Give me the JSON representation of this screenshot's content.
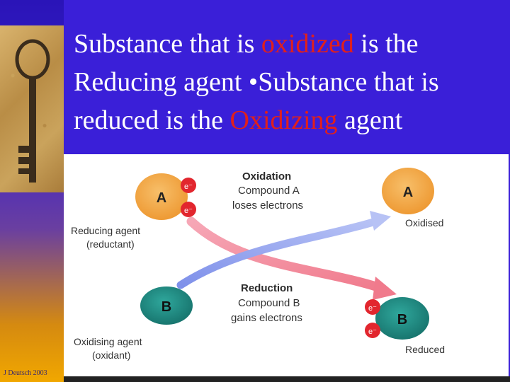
{
  "slide": {
    "title_parts": {
      "p1": "Substance that is ",
      "p2": "oxidized",
      "p3": " is the Reducing agent •Substance that is reduced is the ",
      "p4": "Oxidizing",
      "p5": " agent"
    },
    "footer": "J Deutsch 2003",
    "colors": {
      "background": "#3a1fd8",
      "highlight": "#e0201c",
      "title": "#ffffff"
    }
  },
  "diagram": {
    "oxidation_heading": "Oxidation",
    "oxidation_line1": "Compound A",
    "oxidation_line2": "loses electrons",
    "reduction_heading": "Reduction",
    "reduction_line1": "Compound B",
    "reduction_line2": "gains electrons",
    "reducing_agent_line1": "Reducing agent",
    "reducing_agent_line2": "(reductant)",
    "oxidising_agent_line1": "Oxidising agent",
    "oxidising_agent_line2": "(oxidant)",
    "oxidised_label": "Oxidised",
    "reduced_label": "Reduced",
    "compound_a": "A",
    "compound_b": "B",
    "electron": "e⁻",
    "colors": {
      "compound_a": "#f3a94a",
      "compound_b": "#1f8f86",
      "electron": "#e2262e",
      "arrow_red": "#f28a9a",
      "arrow_blue": "#8fa0ee"
    }
  }
}
